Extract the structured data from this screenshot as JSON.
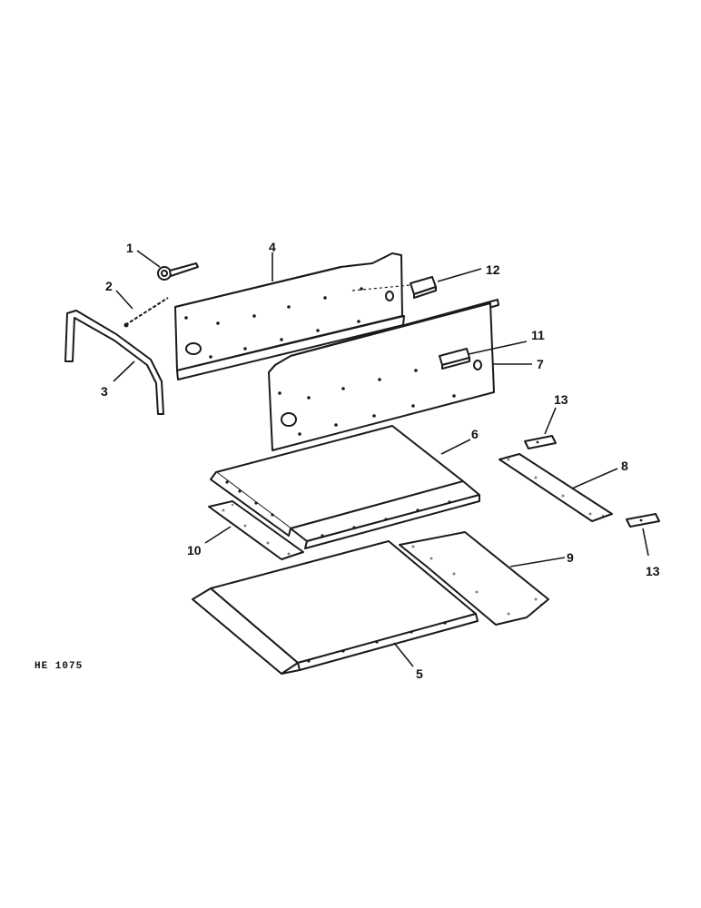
{
  "figure_code": "HE 1075",
  "callouts": {
    "c1": "1",
    "c2": "2",
    "c3": "3",
    "c4": "4",
    "c5": "5",
    "c6": "6",
    "c7": "7",
    "c8": "8",
    "c9": "9",
    "c10": "10",
    "c11": "11",
    "c12": "12",
    "c13a": "13",
    "c13b": "13"
  }
}
